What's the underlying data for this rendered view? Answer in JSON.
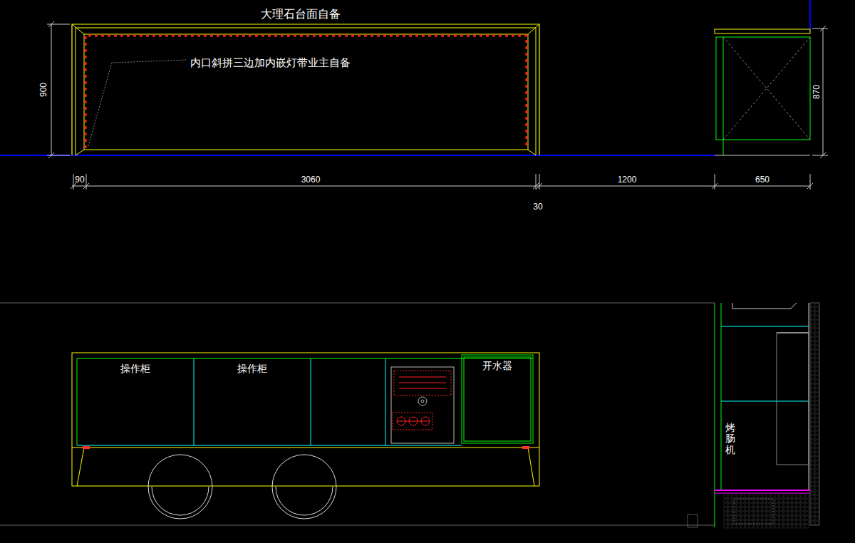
{
  "diagram": {
    "nodes": [
      {
        "text": [
          "大理石台面自备",
          "内口斜拼三边加内嵌灯带业主自备"
        ]
      },
      {
        "text": [
          "操作柜"
        ]
      },
      {
        "text": [
          "操作柜"
        ]
      },
      {
        "text": [
          "开水器"
        ]
      },
      {
        "text": [
          "烤肠机"
        ]
      }
    ],
    "labels": [
      "900",
      "870",
      "90",
      "3060",
      "30",
      "1200",
      "650"
    ]
  }
}
